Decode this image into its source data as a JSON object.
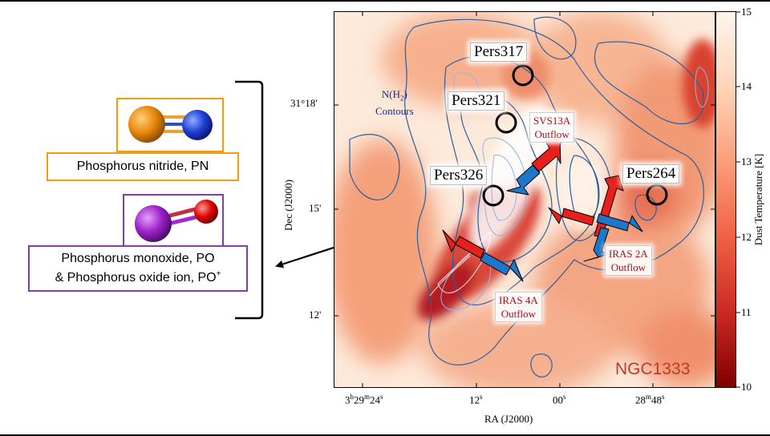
{
  "molecules": {
    "pn_label": "Phosphorus nitride, PN",
    "po_label_line1": "Phosphorus monoxide, PO",
    "po_label_line2": "& Phosphorus oxide ion, PO",
    "po_label_sup": "+",
    "pn_color": "#f39c12",
    "po_color": "#7e3fa8"
  },
  "map": {
    "field_name": "NGC1333",
    "contour_label_line1": "N(H",
    "contour_label_sub": "2",
    "contour_label_line1_end": ")",
    "contour_label_line2": "Contours",
    "sources": [
      "Pers317",
      "Pers321",
      "Pers326",
      "Pers264"
    ],
    "outflows": [
      {
        "line1": "SVS13A",
        "line2": "Outflow"
      },
      {
        "line1": "IRAS 2A",
        "line2": "Outflow"
      },
      {
        "line1": "IRAS 4A",
        "line2": "Outflow"
      }
    ],
    "xlabel": "RA (J2000)",
    "ylabel": "Dec (J2000)",
    "xticks": {
      "t1": "3",
      "t1h": "h",
      "t1m_num": "29",
      "t1m": "m",
      "t1s_num": "24",
      "t1s": "s",
      "t2": "12",
      "t2s": "s",
      "t3": "00",
      "t3s": "s",
      "t4_num": "28",
      "t4m": "m",
      "t4s_num": "48",
      "t4s": "s"
    },
    "yticks": [
      "31°18'",
      "15'",
      "12'"
    ],
    "colorbar": {
      "label": "Dust Temperature [K]",
      "ticks": [
        "15",
        "14",
        "13",
        "12",
        "11",
        "10"
      ],
      "color_high": "#fff5eb",
      "color_low": "#7f0000"
    },
    "arrow_red": "#e8201c",
    "arrow_blue": "#1f77c9"
  }
}
